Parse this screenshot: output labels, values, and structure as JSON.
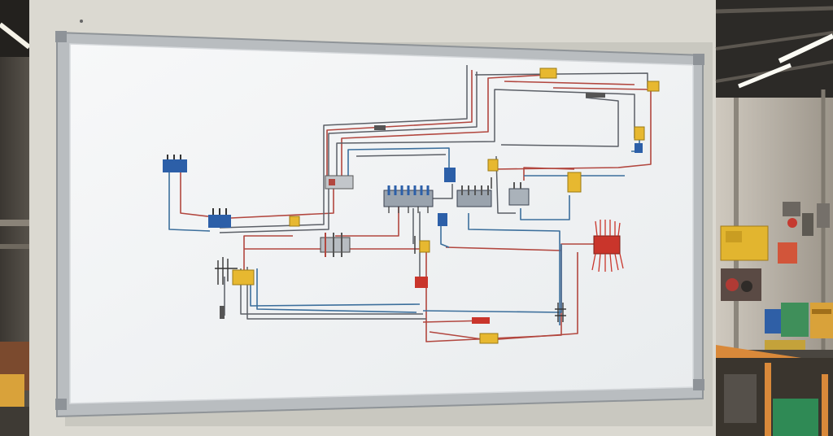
{
  "scene": {
    "description_visible_text": "",
    "colors": {
      "wall": "#e3e0d8",
      "board": "#f4f6f7",
      "frame": "#b9bdc0",
      "wire_red": "#b2473f",
      "wire_blue": "#3c6f9c",
      "wire_gray": "#5b5f66",
      "module_blue": "#2c5fa8",
      "module_yellow": "#e7b830",
      "module_red": "#c9352b",
      "workshop_dark": "#3a352e",
      "workbench_orange": "#d9893a"
    },
    "icons": [
      "wiring-diagram",
      "terminal-block",
      "relay-module",
      "fuse",
      "ceiling-light",
      "toolbox",
      "workbench"
    ]
  }
}
